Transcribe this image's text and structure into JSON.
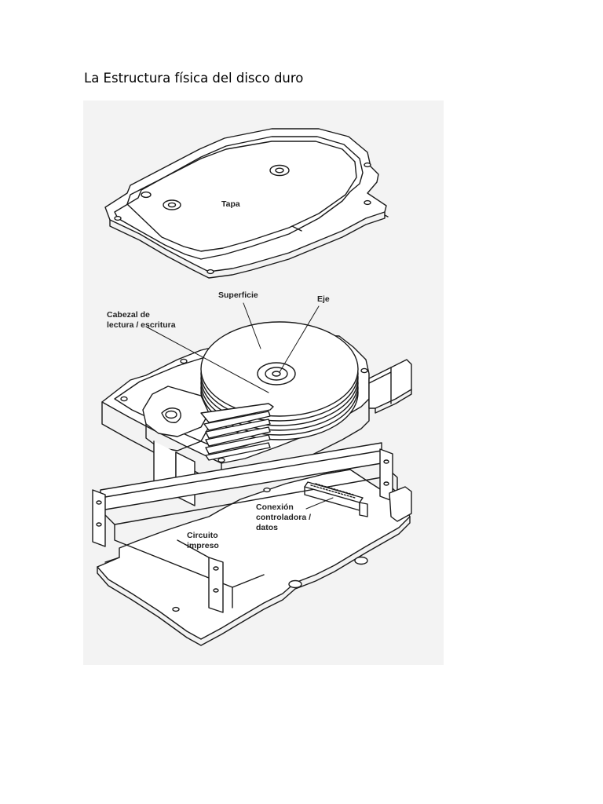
{
  "page": {
    "title": "La Estructura física del disco duro"
  },
  "figure": {
    "labels": {
      "cover": "Tapa",
      "surface": "Superficie",
      "axis": "Eje",
      "head_line1": "Cabezal de",
      "head_line2": "lectura / escritura",
      "connector_line1": "Conexión",
      "connector_line2": "controladora /",
      "connector_line3": "datos",
      "circuit_line1": "Circuito",
      "circuit_line2": "impreso"
    }
  }
}
